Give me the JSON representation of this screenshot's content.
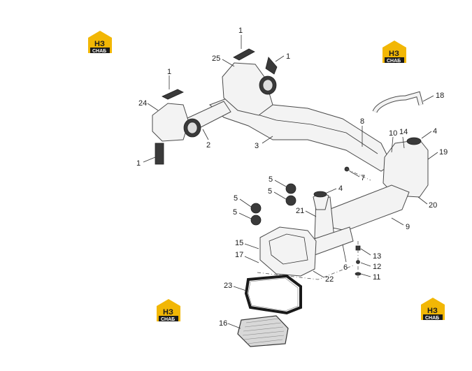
{
  "colors": {
    "logo_yellow": "#f2b705",
    "logo_black": "#1a1a1a",
    "line": "#4a4a4a",
    "fill": "#f3f3f3"
  },
  "logo": {
    "mark": "НЗ",
    "caption": "СНАБ"
  },
  "callouts": {
    "c1a": "1",
    "c1b": "1",
    "c1c": "1",
    "c1d": "1",
    "c2": "2",
    "c3": "3",
    "c4a": "4",
    "c4b": "4",
    "c5a": "5",
    "c5b": "5",
    "c5c": "5",
    "c5d": "5",
    "c6": "6",
    "c7": "7",
    "c8": "8",
    "c9": "9",
    "c10": "10",
    "c11": "11",
    "c12": "12",
    "c13": "13",
    "c14": "14",
    "c15": "15",
    "c16": "16",
    "c17": "17",
    "c18": "18",
    "c19": "19",
    "c20": "20",
    "c21": "21",
    "c22": "22",
    "c23": "23",
    "c24": "24",
    "c25": "25"
  }
}
